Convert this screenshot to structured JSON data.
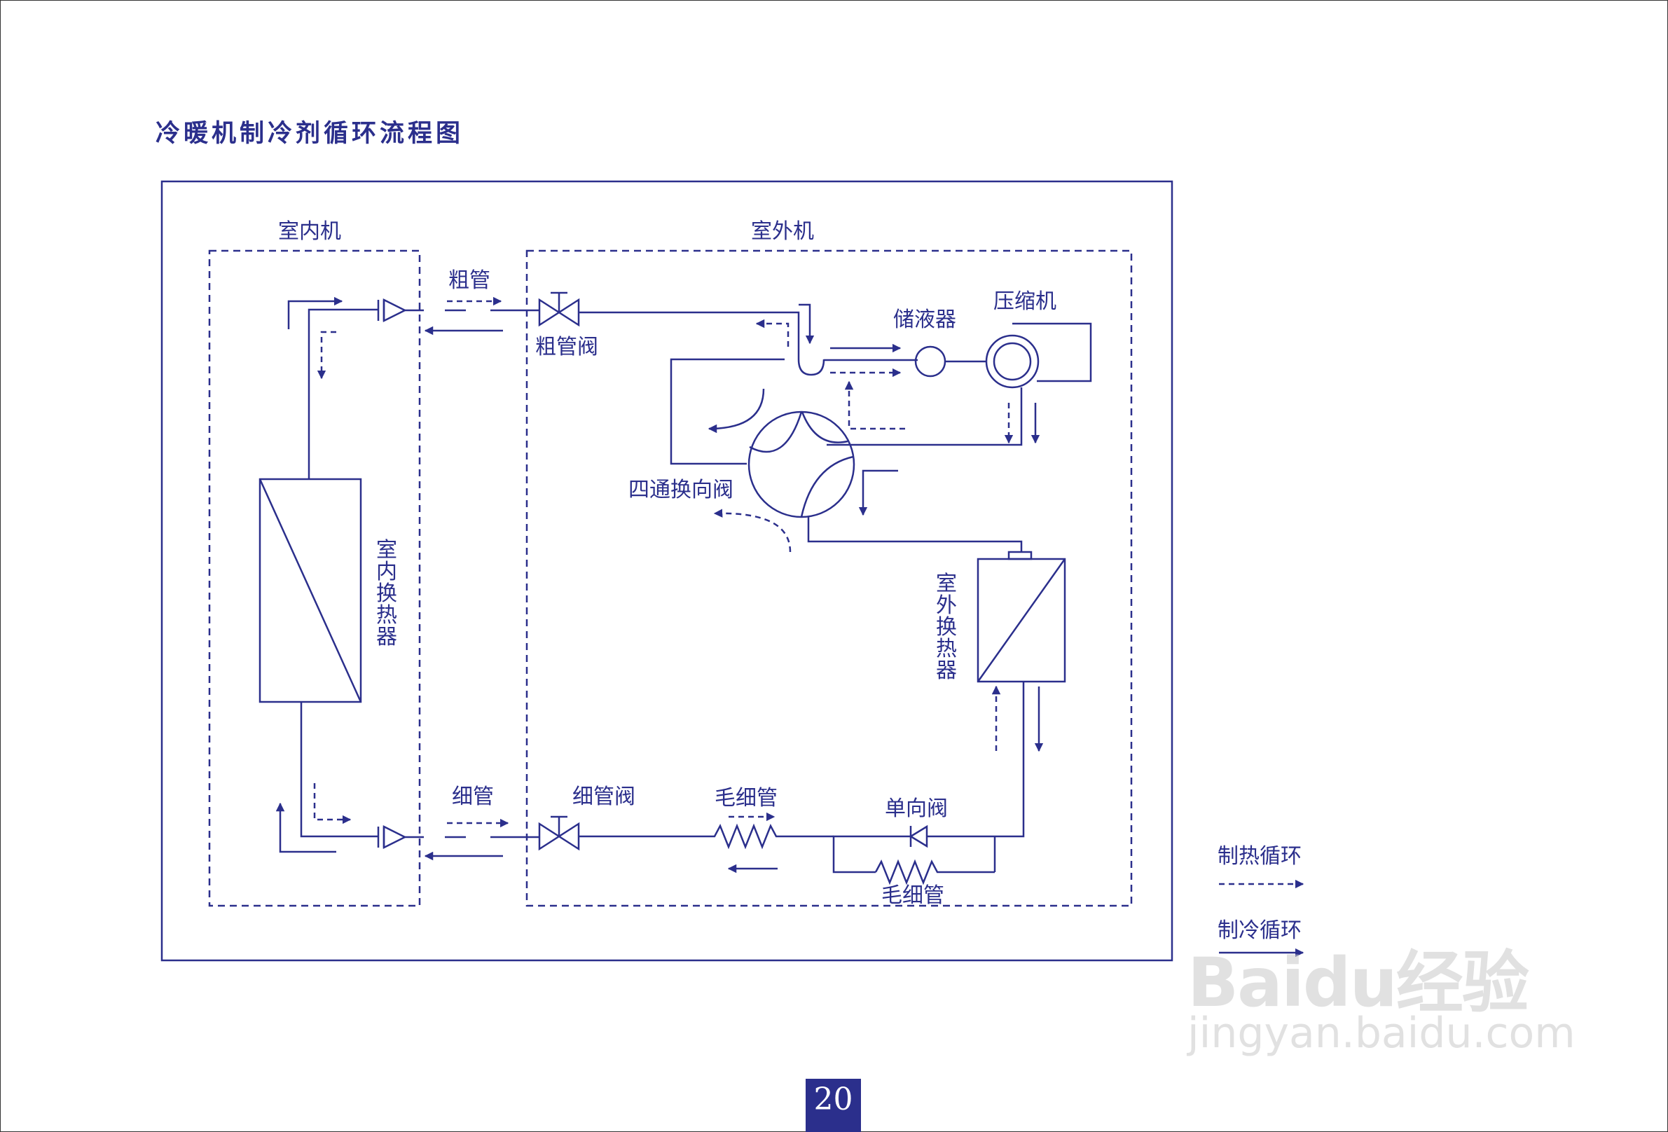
{
  "title": "冷暖机制冷剂循环流程图",
  "page_number": "20",
  "labels": {
    "indoor_unit": "室内机",
    "outdoor_unit": "室外机",
    "thick_pipe": "粗管",
    "thick_pipe_valve": "粗管阀",
    "thin_pipe": "细管",
    "thin_pipe_valve": "细管阀",
    "accumulator": "储液器",
    "compressor": "压缩机",
    "four_way_valve": "四通换向阀",
    "indoor_heat_exchanger": [
      "室",
      "内",
      "换",
      "热",
      "器"
    ],
    "outdoor_heat_exchanger": [
      "室",
      "外",
      "换",
      "热",
      "器"
    ],
    "capillary_upper": "毛细管",
    "capillary_lower": "毛细管",
    "check_valve": "单向阀"
  },
  "legend": {
    "heating": "制热循环",
    "cooling": "制冷循环"
  },
  "watermark": {
    "brand": "Baidu经验",
    "url": "jingyan.baidu.com"
  },
  "colors": {
    "primary": "#2b2f8c",
    "background": "#ffffff"
  }
}
